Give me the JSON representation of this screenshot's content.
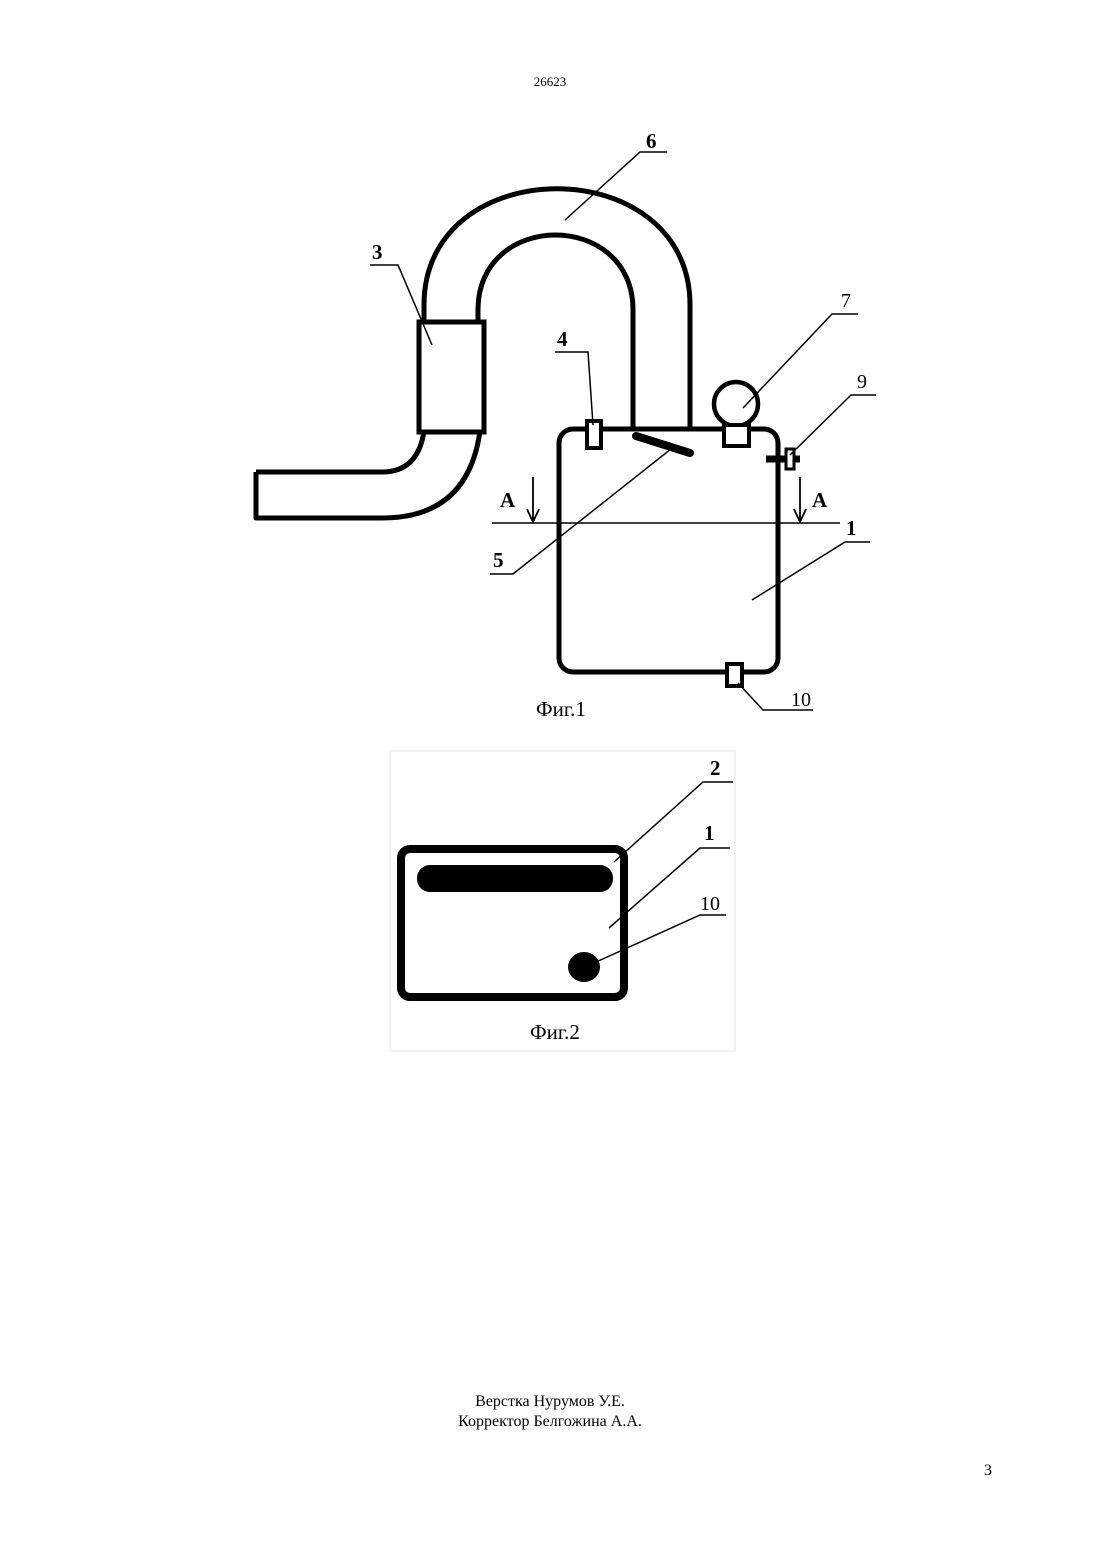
{
  "header": {
    "document_number": "26623"
  },
  "figure1": {
    "caption": "Фиг.1",
    "labels": {
      "l1": "1",
      "l3": "3",
      "l4": "4",
      "l5": "5",
      "l6": "6",
      "l7": "7",
      "l9": "9",
      "l10": "10",
      "section_left": "А",
      "section_right": "А"
    }
  },
  "figure2": {
    "caption": "Фиг.2",
    "labels": {
      "l1": "1",
      "l2": "2",
      "l10": "10"
    }
  },
  "footer": {
    "layout_credit": "Верстка Нурумов У.Е.",
    "corrector_credit": "Корректор Белгожина А.А.",
    "page_number": "3"
  }
}
